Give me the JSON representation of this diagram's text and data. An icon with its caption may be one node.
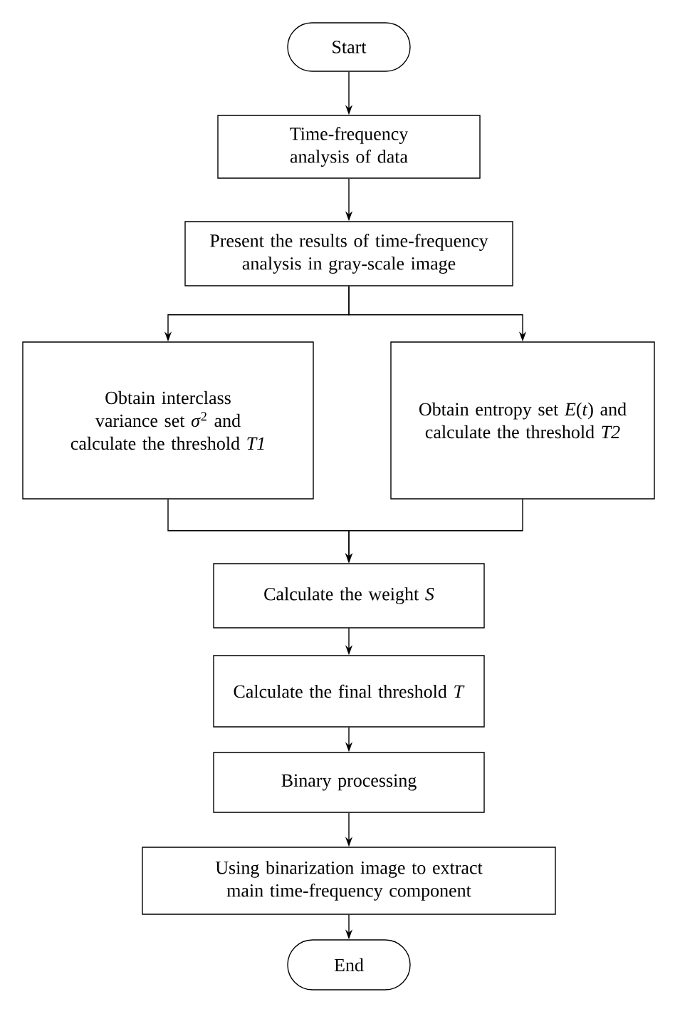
{
  "diagram": {
    "nodes": [
      {
        "text": [
          "Start"
        ]
      },
      {
        "text": [
          "Time-frequency analysis of data"
        ]
      },
      {
        "text": [
          "Present the results of time-frequency analysis in gray-scale image"
        ]
      },
      {
        "text": [
          "Obtain interclass variance set *σ*$^{2}$ and calculate the threshold *T1*"
        ]
      },
      {
        "text": [
          "Obtain entropy set *E*(*t*) and calculate the threshold *T2*"
        ]
      },
      {
        "text": [
          "Calculate the weight *S*"
        ]
      },
      {
        "text": [
          "Calculate the final threshold *T*"
        ]
      },
      {
        "text": [
          "Binary processing"
        ]
      },
      {
        "text": [
          "Using binarization image to extract main time-frequency component"
        ]
      },
      {
        "text": [
          "End"
        ]
      }
    ],
    "edges": [
      {
        "from": 0,
        "to": 1,
        "arrow": "to"
      },
      {
        "from": 1,
        "to": 2,
        "arrow": "to"
      },
      {
        "from": 2,
        "to": 3,
        "arrow": "to"
      },
      {
        "from": 2,
        "to": 4,
        "arrow": "to"
      },
      {
        "from": 3,
        "to": 5,
        "arrow": "to"
      },
      {
        "from": 4,
        "to": 5,
        "arrow": "to"
      },
      {
        "from": 5,
        "to": 6,
        "arrow": "to"
      },
      {
        "from": 6,
        "to": 7,
        "arrow": "to"
      },
      {
        "from": 7,
        "to": 8,
        "arrow": "to"
      },
      {
        "from": 8,
        "to": 9,
        "arrow": "to"
      }
    ]
  }
}
